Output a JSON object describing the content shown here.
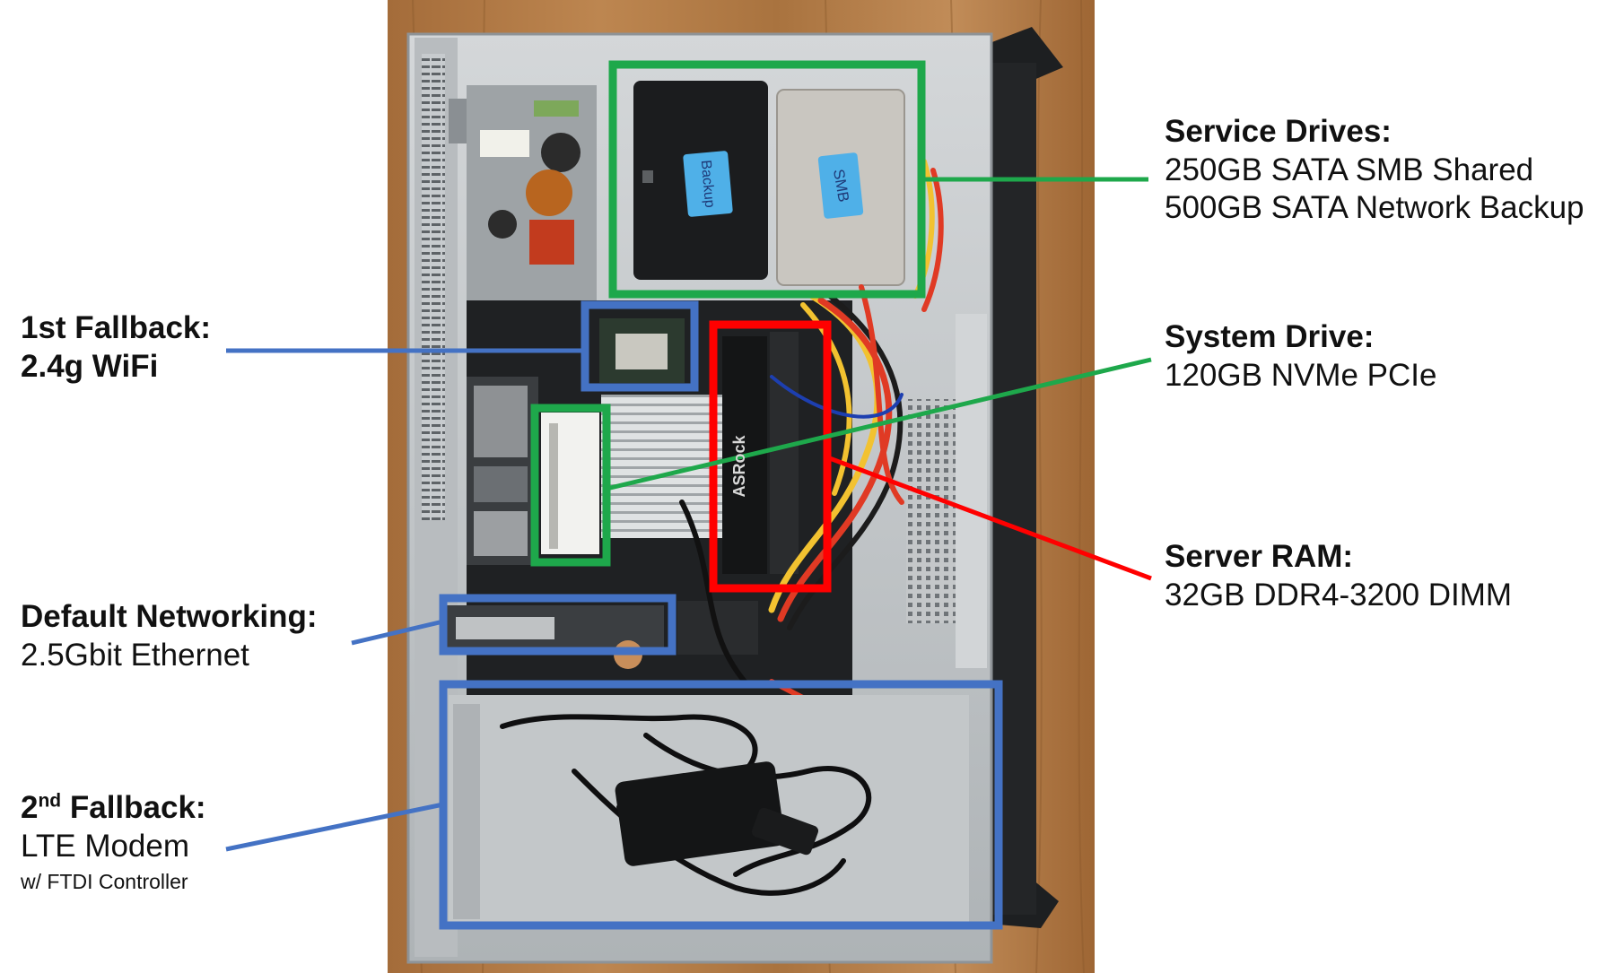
{
  "colors": {
    "annotation_blue": "#4472c4",
    "annotation_green": "#1ea84b",
    "annotation_red": "#ff0000",
    "wood": "#b17a45",
    "case_metal": "#c5c9cc"
  },
  "labels": {
    "service_drives": {
      "title": "Service Drives:",
      "lines": [
        "250GB SATA SMB Shared",
        "500GB SATA Network Backup"
      ]
    },
    "system_drive": {
      "title": "System Drive:",
      "lines": [
        "120GB NVMe PCIe"
      ]
    },
    "server_ram": {
      "title": "Server RAM:",
      "lines": [
        "32GB DDR4-3200 DIMM"
      ]
    },
    "first_fallback": {
      "title": "1st Fallback:",
      "lines": [
        "2.4g WiFi"
      ]
    },
    "default_networking": {
      "title": "Default Networking:",
      "lines": [
        "2.5Gbit Ethernet"
      ]
    },
    "second_fallback": {
      "title_number": "2",
      "title_suffix": "nd",
      "title_rest": " Fallback:",
      "lines": [
        "LTE Modem"
      ],
      "note": "w/ FTDI Controller"
    }
  },
  "photo_text": {
    "drive_sticker_left": "Backup",
    "drive_sticker_right": "SMB",
    "board_brand": "ASRock"
  }
}
